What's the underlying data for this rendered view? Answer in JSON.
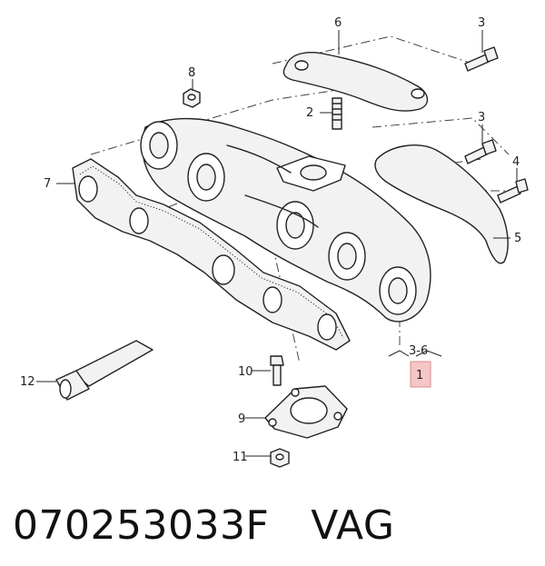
{
  "callouts": {
    "c1": "1",
    "c2": "2",
    "c3a": "3",
    "c3b": "3",
    "c4": "4",
    "c5": "5",
    "c6": "6",
    "c7": "7",
    "c8": "8",
    "c9": "9",
    "c10": "10",
    "c11": "11",
    "c12": "12",
    "range": "3-6"
  },
  "footer": {
    "part_number": "070253033F",
    "brand": "VAG"
  },
  "colors": {
    "highlight": "#f5c6c6",
    "highlight_border": "#d98c8c",
    "line": "#222222"
  }
}
